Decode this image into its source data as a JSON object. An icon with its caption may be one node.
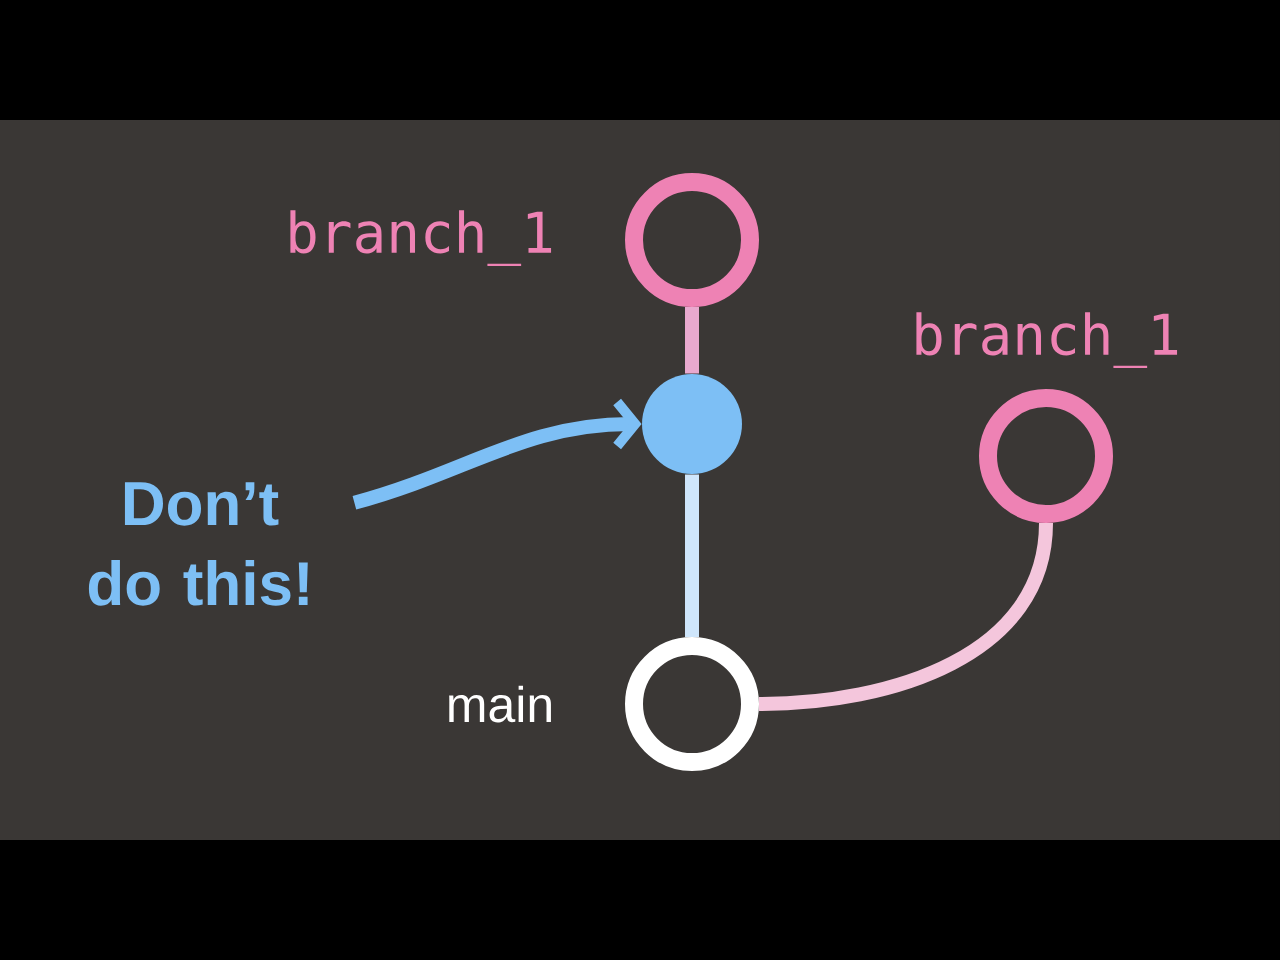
{
  "diagram": {
    "nodes": [
      {
        "text": [],
        "shape": "circle",
        "beside": [
          "branch_1"
        ]
      },
      {
        "text": [],
        "shape": "circle"
      },
      {
        "text": [],
        "shape": "circle",
        "beside": [
          "main"
        ]
      },
      {
        "text": [],
        "shape": "circle",
        "beside": [
          "branch_1"
        ]
      },
      {
        "text": [
          "Don’t do this!"
        ]
      }
    ],
    "edges": [
      {
        "from": 1,
        "to": 0,
        "arrow": "none"
      },
      {
        "from": 2,
        "to": 1,
        "arrow": "none"
      },
      {
        "from": 2,
        "to": 3,
        "arrow": "none"
      },
      {
        "from": 4,
        "to": 1,
        "arrow": "to",
        "color": "#7dbff5"
      }
    ]
  }
}
